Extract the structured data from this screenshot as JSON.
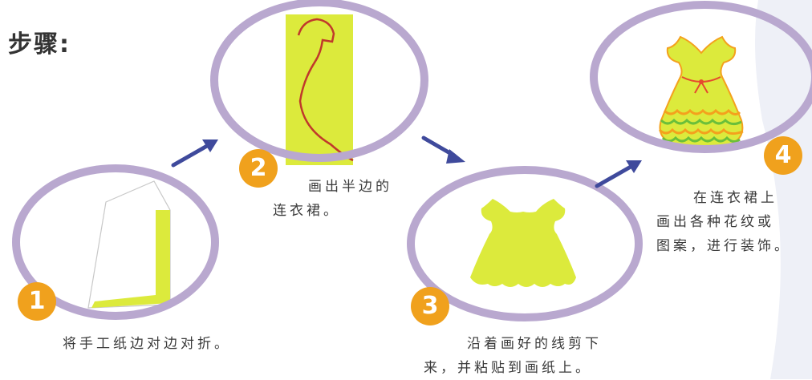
{
  "title": "步骤:",
  "colors": {
    "ring": "#b9a8cf",
    "paper": "#dcea3c",
    "outline": "#c0392b",
    "badge": "#f0a11d",
    "arrow": "#3f4a9c",
    "ruffle_orange": "#f4a11d",
    "ruffle_green": "#6bbf3a"
  },
  "steps": [
    {
      "number": "1",
      "lines": [
        "将手工纸边对边对折。"
      ]
    },
    {
      "number": "2",
      "lines": [
        "画出半边的",
        "连衣裙。"
      ]
    },
    {
      "number": "3",
      "lines": [
        "沿着画好的线剪下",
        "来，并粘贴到画纸上。"
      ]
    },
    {
      "number": "4",
      "lines": [
        "在连衣裙上",
        "画出各种花纹或",
        "图案，进行装饰。"
      ]
    }
  ]
}
